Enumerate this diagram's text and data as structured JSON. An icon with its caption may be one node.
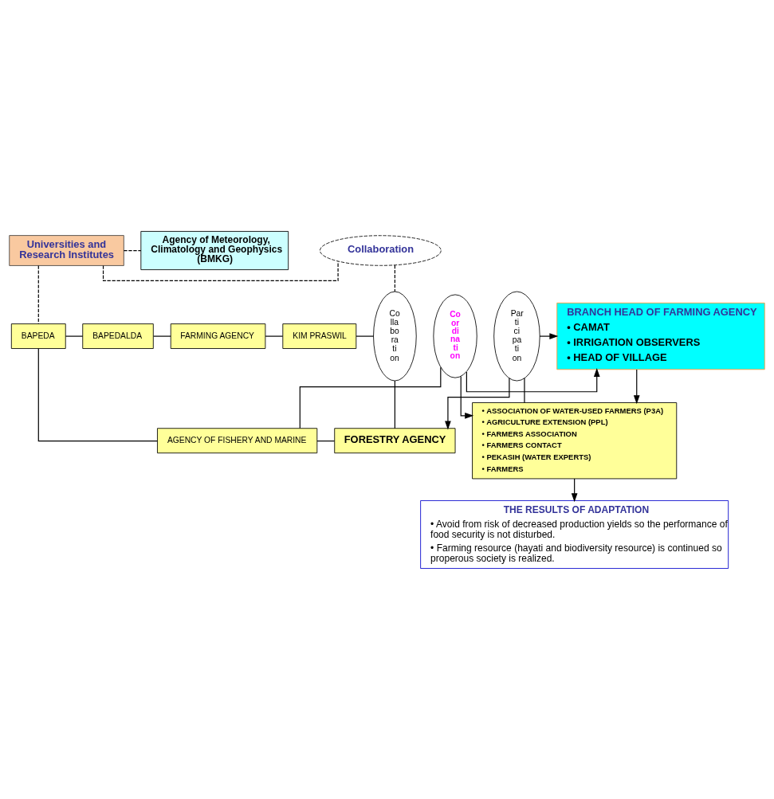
{
  "diagram": {
    "nodes": [
      {
        "text": [
          "Universities and Research Institutes"
        ]
      },
      {
        "text": [
          "Collaboration"
        ]
      },
      {
        "text": [
          "Agency of Meteorology, Climatology and Geophysics (BMKG)"
        ]
      },
      {
        "text": [
          "BAPEDA"
        ]
      },
      {
        "text": [
          "BAPEDALDA"
        ]
      },
      {
        "text": [
          "FARMING AGENCY"
        ]
      },
      {
        "text": [
          "KIM PRASWIL"
        ]
      },
      {
        "text": [
          "Co lla bo ra ti on"
        ]
      },
      {
        "text": [
          "AGENCY OF FISHERY AND MARINE"
        ]
      },
      {
        "text": [
          "FORESTRY AGENCY"
        ]
      },
      {
        "text": [
          "Co or di na ti on"
        ]
      },
      {
        "text": [
          "BRANCH HEAD OF FARMING AGENCY",
          "• CAMAT",
          "• IRRIGATION OBSERVERS",
          "• HEAD OF VILLAGE"
        ]
      },
      {
        "text": [
          "Par ti ci pa ti on"
        ]
      },
      {
        "text": [
          "• ASSOCIATION OF WATER-USED FARMERS (P3A)",
          "• AGRICULTURE EXTENSION (PPL)",
          "• FARMERS ASSOCIATION",
          "• FARMERS CONTACT",
          "• PEKASIH (WATER EXPERTS)",
          "• FARMERS"
        ]
      },
      {
        "text": [
          "THE RESULTS OF ADAPTATION",
          "• Avoid from risk of decreased production yields so the performance of food security is not disturbed.",
          "• Farming resource (hayati and biodiversity resource) is continued so properous society is realized."
        ]
      }
    ],
    "edges": [
      {
        "from": 0,
        "to": 1,
        "arrow": "none",
        "style": "dashed"
      },
      {
        "from": 1,
        "to": 7,
        "arrow": "none",
        "style": "dashed"
      },
      {
        "from": 0,
        "to": 2,
        "arrow": "none",
        "style": "dashed"
      },
      {
        "from": 0,
        "to": 3,
        "arrow": "none",
        "style": "dashed"
      },
      {
        "from": 3,
        "to": 4,
        "arrow": "none"
      },
      {
        "from": 4,
        "to": 5,
        "arrow": "none"
      },
      {
        "from": 5,
        "to": 6,
        "arrow": "none"
      },
      {
        "from": 6,
        "to": 7,
        "arrow": "none"
      },
      {
        "from": 3,
        "to": 8,
        "arrow": "none"
      },
      {
        "from": 8,
        "to": 9,
        "arrow": "none"
      },
      {
        "from": 9,
        "to": 7,
        "arrow": "none"
      },
      {
        "from": 10,
        "to": 8,
        "arrow": "none"
      },
      {
        "from": 10,
        "to": 11,
        "arrow": "to"
      },
      {
        "from": 10,
        "to": 13,
        "arrow": "to"
      },
      {
        "from": 11,
        "to": 13,
        "arrow": "to"
      },
      {
        "from": 13,
        "to": 12,
        "arrow": "none"
      },
      {
        "from": 12,
        "to": 11,
        "arrow": "to"
      },
      {
        "from": 12,
        "to": 9,
        "arrow": "to"
      },
      {
        "from": 13,
        "to": 14,
        "arrow": "to"
      }
    ]
  }
}
